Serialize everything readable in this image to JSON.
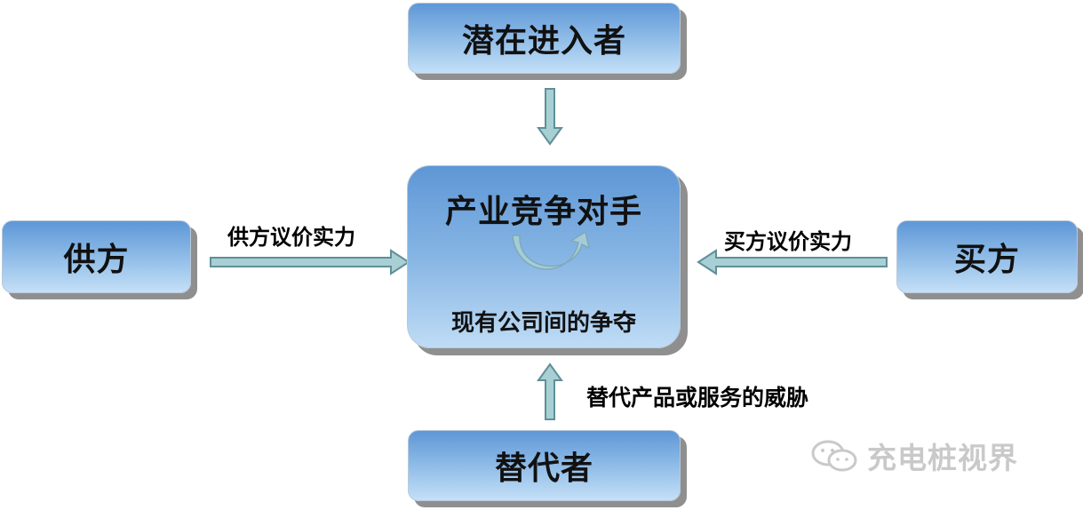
{
  "diagram": {
    "nodes": {
      "top": "潜在进入者",
      "left": "供方",
      "right": "买方",
      "bottom": "替代者",
      "center_title": "产业竞争对手",
      "center_subtitle": "现有公司间的争夺"
    },
    "edge_labels": {
      "left_to_center": "供方议价实力",
      "right_to_center": "买方议价实力",
      "bottom_to_center": "替代产品或服务的威胁"
    },
    "watermark": "充电桩视界",
    "colors": {
      "box_top": "#5e97d6",
      "box_bottom": "#c4e0f7",
      "arrow_fill": "#a8cfd4",
      "arrow_stroke": "#5f8f99",
      "shadow": "#8f8f8f"
    }
  }
}
